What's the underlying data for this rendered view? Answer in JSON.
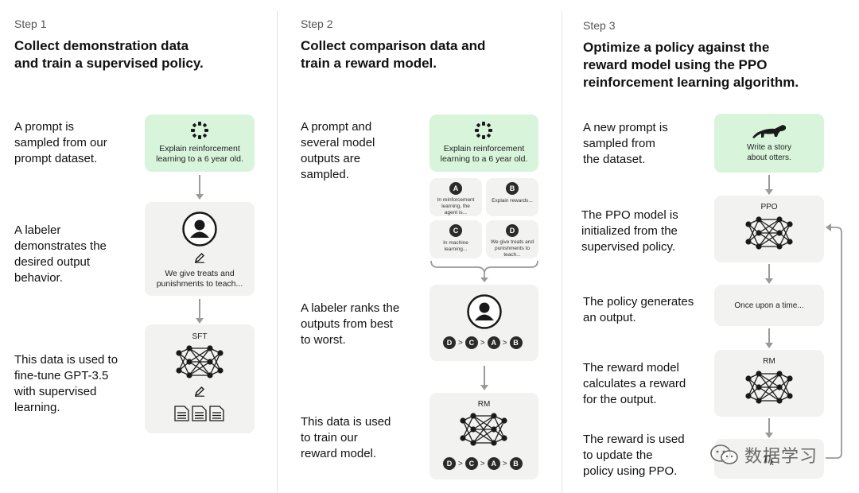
{
  "step1": {
    "label": "Step 1",
    "title_line1": "Collect demonstration data",
    "title_line2": "and train a supervised policy.",
    "desc1": [
      "A prompt is",
      "sampled from our",
      "prompt dataset."
    ],
    "prompt_box": [
      "Explain reinforcement",
      "learning to a 6 year old."
    ],
    "desc2": [
      "A labeler",
      "demonstrates the",
      "desired output",
      "behavior."
    ],
    "labeler_box": [
      "We give treats and",
      "punishments to teach..."
    ],
    "desc3": [
      "This data is used to",
      "fine-tune GPT-3.5",
      "with supervised",
      "learning."
    ],
    "model_label": "SFT"
  },
  "step2": {
    "label": "Step 2",
    "title_line1": "Collect comparison data and",
    "title_line2": "train a reward model.",
    "desc1": [
      "A prompt and",
      "several model",
      "outputs are",
      "sampled."
    ],
    "prompt_box": [
      "Explain reinforcement",
      "learning to a 6 year old."
    ],
    "outputs": [
      {
        "letter": "A",
        "text": [
          "In reinforcement",
          "learning, the",
          "agent is..."
        ]
      },
      {
        "letter": "B",
        "text": [
          "Explain rewards..."
        ]
      },
      {
        "letter": "C",
        "text": [
          "In machine",
          "learning..."
        ]
      },
      {
        "letter": "D",
        "text": [
          "We give treats and",
          "punishments to",
          "teach..."
        ]
      }
    ],
    "desc2": [
      "A labeler ranks the",
      "outputs from best",
      "to worst."
    ],
    "ranking": [
      "D",
      "C",
      "A",
      "B"
    ],
    "rank_sep": ">",
    "desc3": [
      "This data is used",
      "to train our",
      "reward model."
    ],
    "model_label": "RM"
  },
  "step3": {
    "label": "Step 3",
    "title_lines": [
      "Optimize a policy against the",
      "reward model using the PPO",
      "reinforcement learning algorithm."
    ],
    "desc1": [
      "A new prompt is",
      "sampled from",
      "the dataset."
    ],
    "prompt_box": [
      "Write a story",
      "about otters."
    ],
    "desc2": [
      "The PPO model is",
      "initialized from the",
      "supervised policy."
    ],
    "ppo_label": "PPO",
    "desc3": [
      "The policy generates",
      "an output."
    ],
    "output_text": "Once upon a time...",
    "desc4": [
      "The reward model",
      "calculates a reward",
      "for the output."
    ],
    "rm_label": "RM",
    "desc5": [
      "The reward is used",
      "to update the",
      "policy using PPO."
    ],
    "reward_symbol": "r",
    "reward_sub": "k"
  },
  "watermark": "数据学习",
  "colors": {
    "green_box": "#d8f5dc",
    "gray_box": "#f2f2f0",
    "arrow": "#9a9a9a",
    "node": "#1a1a1a"
  }
}
